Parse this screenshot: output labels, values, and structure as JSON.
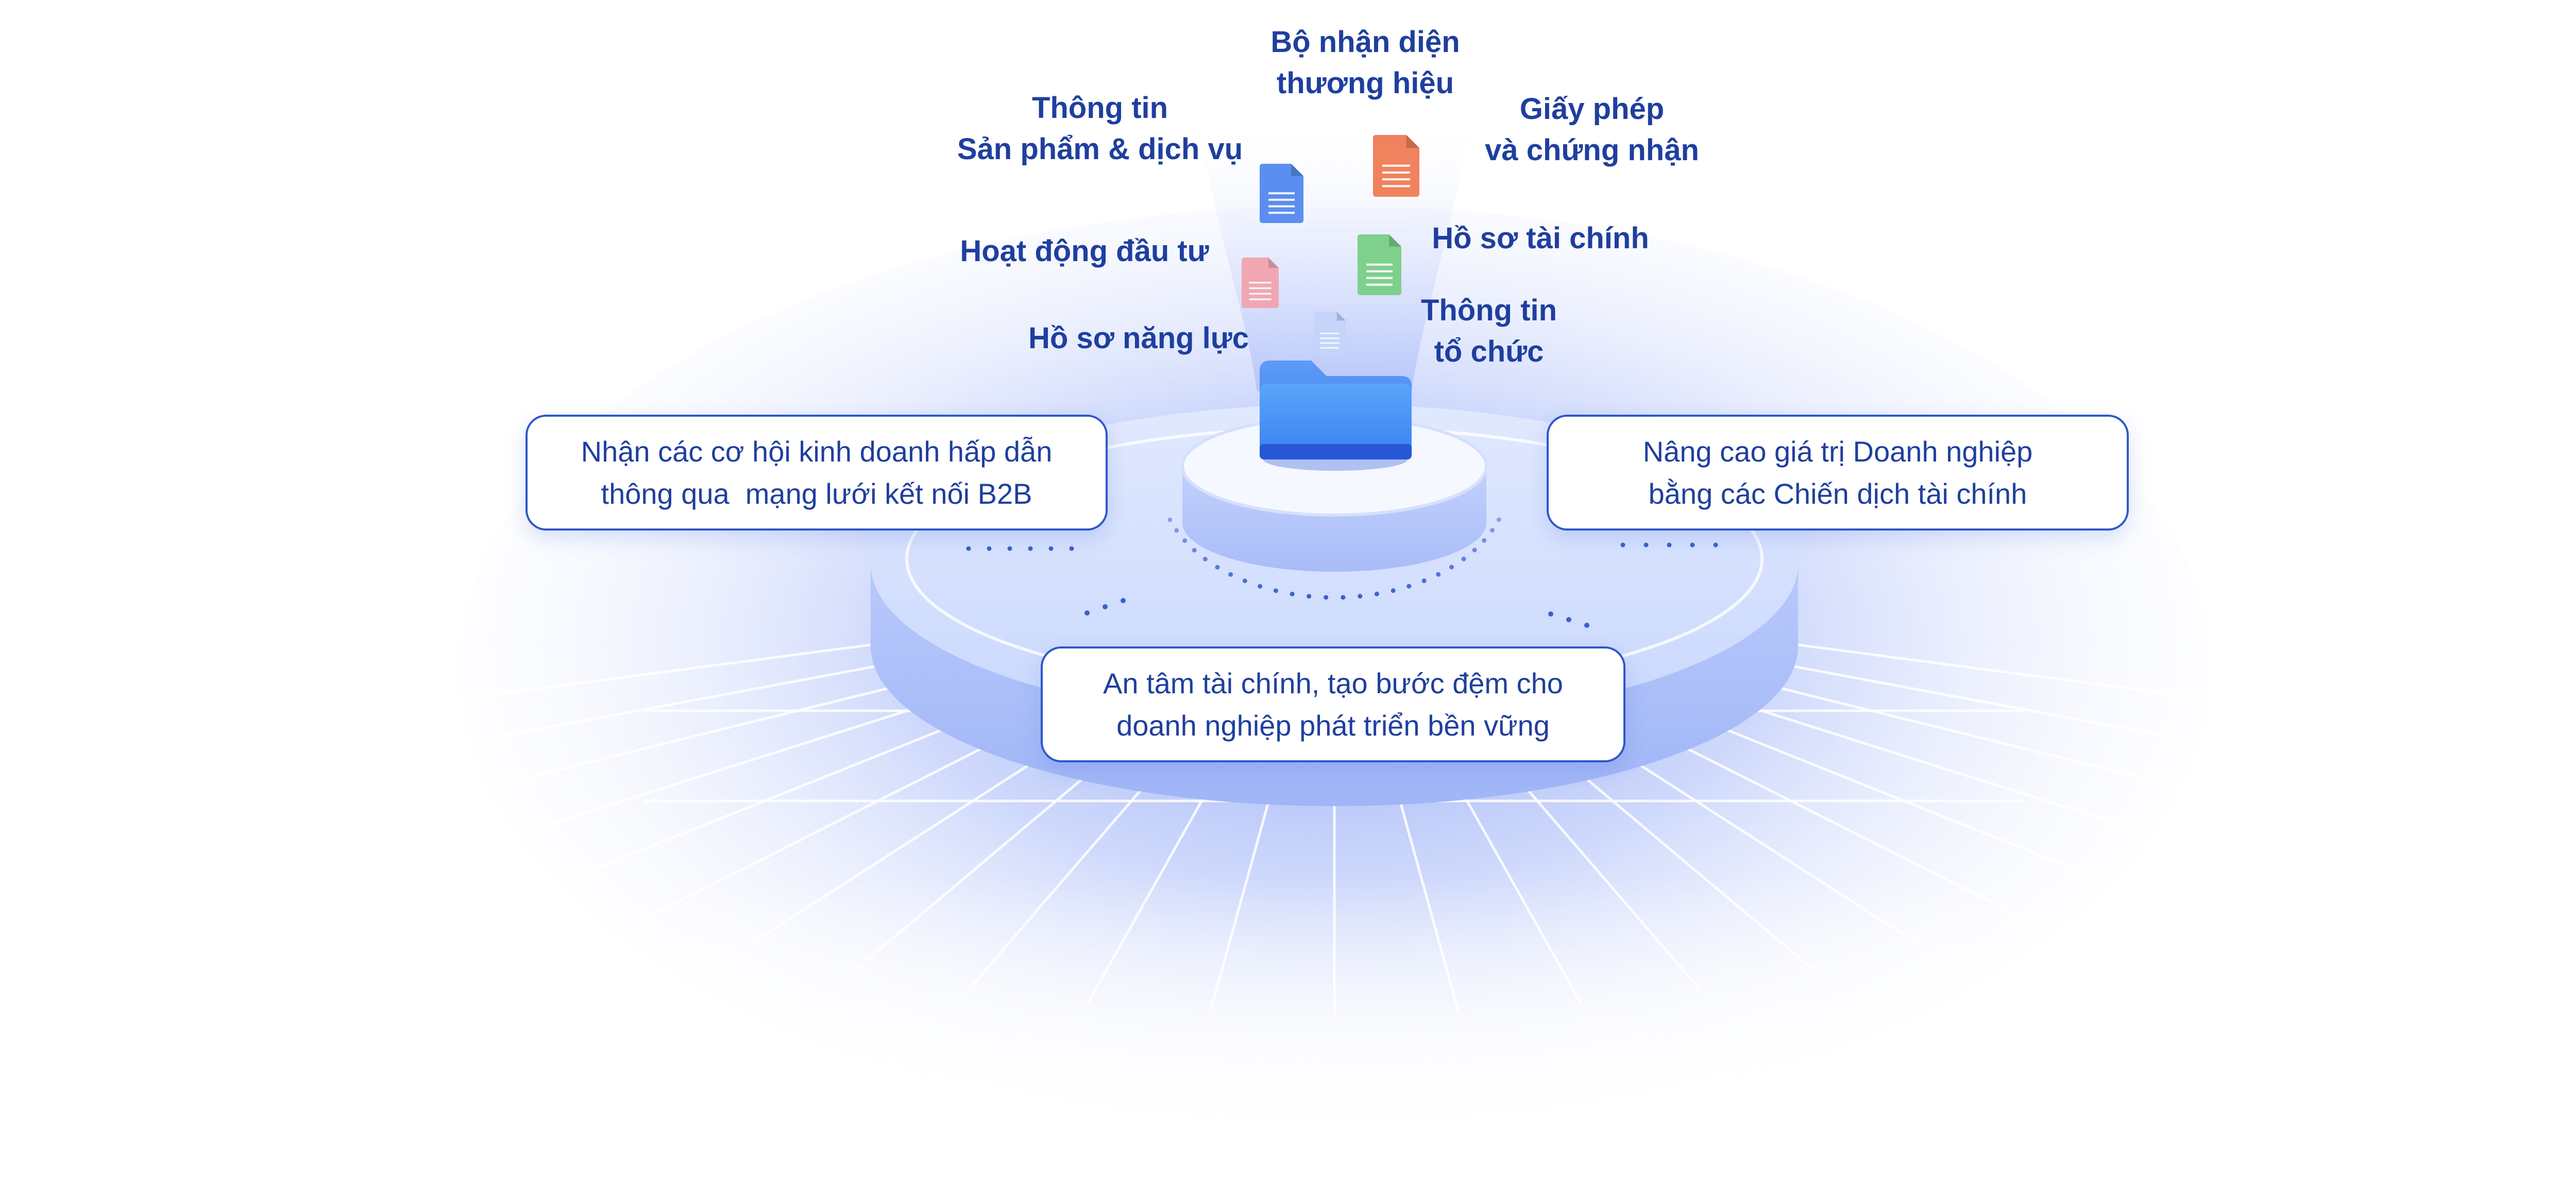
{
  "labels": {
    "brand_identity": [
      "Bộ nhận diện",
      "thương hiệu"
    ],
    "product_info": [
      "Thông tin",
      "Sản phẩm & dịch vụ"
    ],
    "license": [
      "Giấy phép",
      "và chứng nhận"
    ],
    "investment": [
      "Hoạt động đầu tư"
    ],
    "financial_profile": [
      "Hồ sơ tài chính"
    ],
    "capability_profile": [
      "Hồ sơ năng lực"
    ],
    "org_info": [
      "Thông tin",
      "tổ chức"
    ]
  },
  "cards": {
    "left": [
      "Nhận các cơ hội kinh doanh hấp dẫn",
      "thông qua  mạng lưới kết nối B2B"
    ],
    "right": [
      "Nâng cao giá trị Doanh nghiệp",
      "bằng các Chiến dịch tài chính"
    ],
    "bottom": [
      "An tâm tài chính, tạo bước đệm cho",
      "doanh nghiệp phát triển bền vững"
    ]
  },
  "colors": {
    "text": "#1f3f9e",
    "card_border": "#2f57c9",
    "folder": "#3d7ff0",
    "doc_blue": "#5b8ef0",
    "doc_orange": "#f0825e",
    "doc_green": "#7ed08c",
    "doc_pink": "#f3a1ac",
    "doc_pale": "#c4d4fb"
  },
  "icons": {
    "folder": "folder-icon",
    "document": "document-icon"
  }
}
